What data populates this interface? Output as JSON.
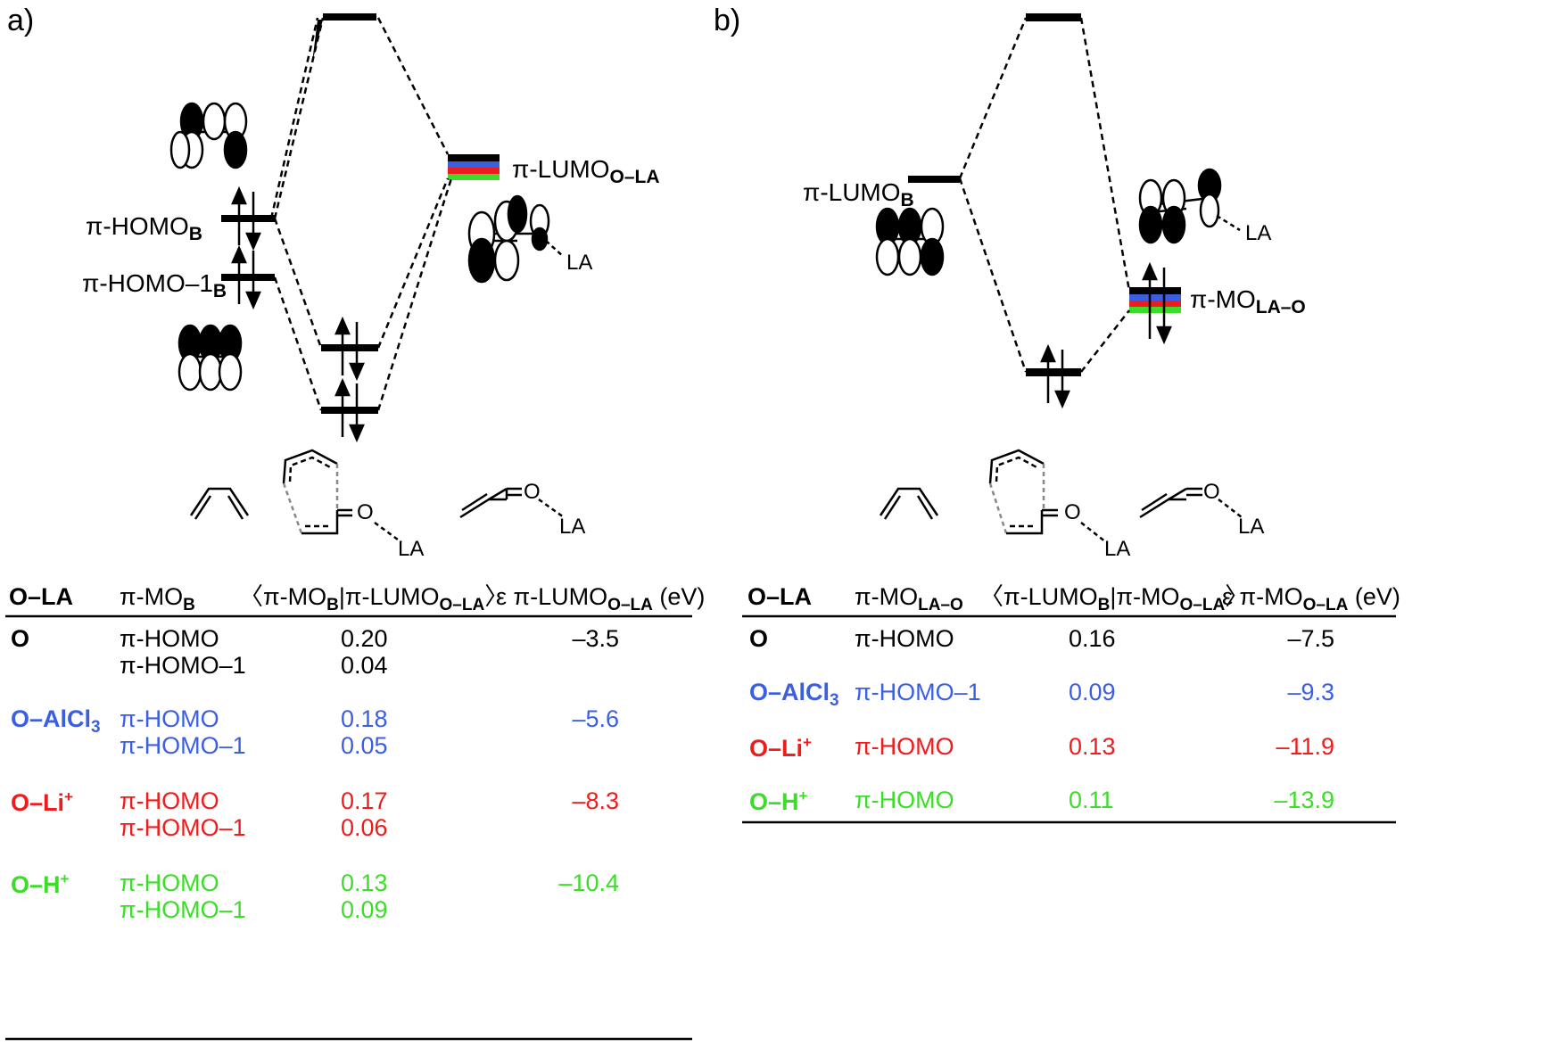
{
  "panel_a": {
    "label": "a)",
    "homo": {
      "text": "π-HOMO",
      "sub": "B"
    },
    "homo1": {
      "text": "π-HOMO–1",
      "sub": "B"
    },
    "lumo": {
      "text": "π-LUMO",
      "sub": "O–LA"
    },
    "la_label": "LA",
    "table": {
      "headers": {
        "c1": "O–LA",
        "c2": "π-MO",
        "c2_sub": "B",
        "c3_a": "〈π-MO",
        "c3_sub1": "B",
        "c3_b": "|π-LUMO",
        "c3_sub2": "O–LA",
        "c3_c": "〉",
        "c4_a": "ε π-LUMO",
        "c4_sub": "O–LA",
        "c4_b": " (eV)"
      },
      "rows": [
        {
          "sub": "",
          "sup": "",
          "color": "#000000",
          "la_text": "O",
          "mo1": "π-HOMO",
          "mo2": "π-HOMO–1",
          "ov1": "0.20",
          "ov2": "0.04",
          "eps": "–3.5"
        },
        {
          "sub": "3",
          "sup": "",
          "color": "#3b5fe0",
          "la_text": "O–AlCl",
          "mo1": "π-HOMO",
          "mo2": "π-HOMO–1",
          "ov1": "0.18",
          "ov2": "0.05",
          "eps": "–5.6"
        },
        {
          "sub": "",
          "sup": "+",
          "color": "#ee1c1c",
          "la_text": "O–Li",
          "mo1": "π-HOMO",
          "mo2": "π-HOMO–1",
          "ov1": "0.17",
          "ov2": "0.06",
          "eps": "–8.3"
        },
        {
          "sub": "",
          "sup": "+",
          "color": "#3ddc2a",
          "la_text": "O–H",
          "mo1": "π-HOMO",
          "mo2": "π-HOMO–1",
          "ov1": "0.13",
          "ov2": "0.09",
          "eps": "–10.4"
        }
      ]
    }
  },
  "panel_b": {
    "label": "b)",
    "lumo": {
      "text": "π-LUMO",
      "sub": "B"
    },
    "mo": {
      "text": "π-MO",
      "sub": "LA–O"
    },
    "la_label": "LA",
    "table": {
      "headers": {
        "c1": "O–LA",
        "c2": "π-MO",
        "c2_sub": "LA–O",
        "c3_a": "〈π-LUMO",
        "c3_sub1": "B",
        "c3_b": "|π-MO",
        "c3_sub2": "O–LA",
        "c3_c": "〉",
        "c4_a": "ε π-MO",
        "c4_sub": "O–LA",
        "c4_b": " (eV)"
      },
      "rows": [
        {
          "sub": "",
          "sup": "",
          "color": "#000000",
          "la_text": "O",
          "mo": "π-HOMO",
          "ov": "0.16",
          "eps": "–7.5"
        },
        {
          "sub": "3",
          "sup": "",
          "color": "#3b5fe0",
          "la_text": "O–AlCl",
          "mo": "π-HOMO–1",
          "ov": "0.09",
          "eps": "–9.3"
        },
        {
          "sub": "",
          "sup": "+",
          "color": "#ee1c1c",
          "la_text": "O–Li",
          "mo": "π-HOMO",
          "ov": "0.13",
          "eps": "–11.9"
        },
        {
          "sub": "",
          "sup": "+",
          "color": "#3ddc2a",
          "la_text": "O–H",
          "mo": "π-HOMO",
          "ov": "0.11",
          "eps": "–13.9"
        }
      ]
    }
  },
  "series_colors": {
    "O": "#000000",
    "O-AlCl3": "#3b5fe0",
    "O-Li+": "#ee1c1c",
    "O-H+": "#3ddc2a"
  }
}
